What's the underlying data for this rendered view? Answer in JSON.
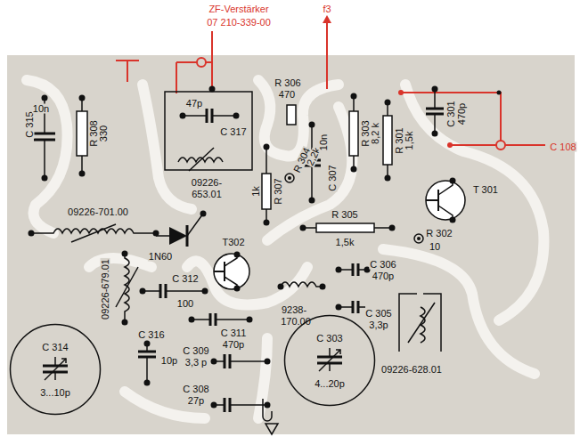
{
  "diagram": {
    "nodes": [
      {
        "text": [
          "C 314",
          "3...10p"
        ]
      },
      {
        "text": [
          "C 303",
          "4...20p"
        ]
      }
    ],
    "labels": [
      "ZF-Verstärker",
      "07 210-339-00",
      "f3",
      "R 306",
      "470",
      "C 315",
      "10n",
      "R 308",
      "330",
      "47p",
      "C 317",
      "09226-",
      "653.01",
      "R 303",
      "8,2 k",
      "C 301",
      "470p",
      "R 301",
      "1,5k",
      "C 108",
      "R 304",
      "2,2k",
      "1k",
      "R 307",
      "C 307",
      "10n",
      "T 301",
      "09226-701.00",
      "R 305",
      "1,5k",
      "R 302",
      "10",
      "1N60",
      "T302",
      "09226-679.01",
      "C 312",
      "100",
      "C 306",
      "470p",
      "9238-",
      "170.00",
      "C 311",
      "470p",
      "C 305",
      "3,3p",
      "09226-628.01",
      "C 316",
      "10p",
      "C 309",
      "3,3 p",
      "C 308",
      "27p"
    ]
  }
}
